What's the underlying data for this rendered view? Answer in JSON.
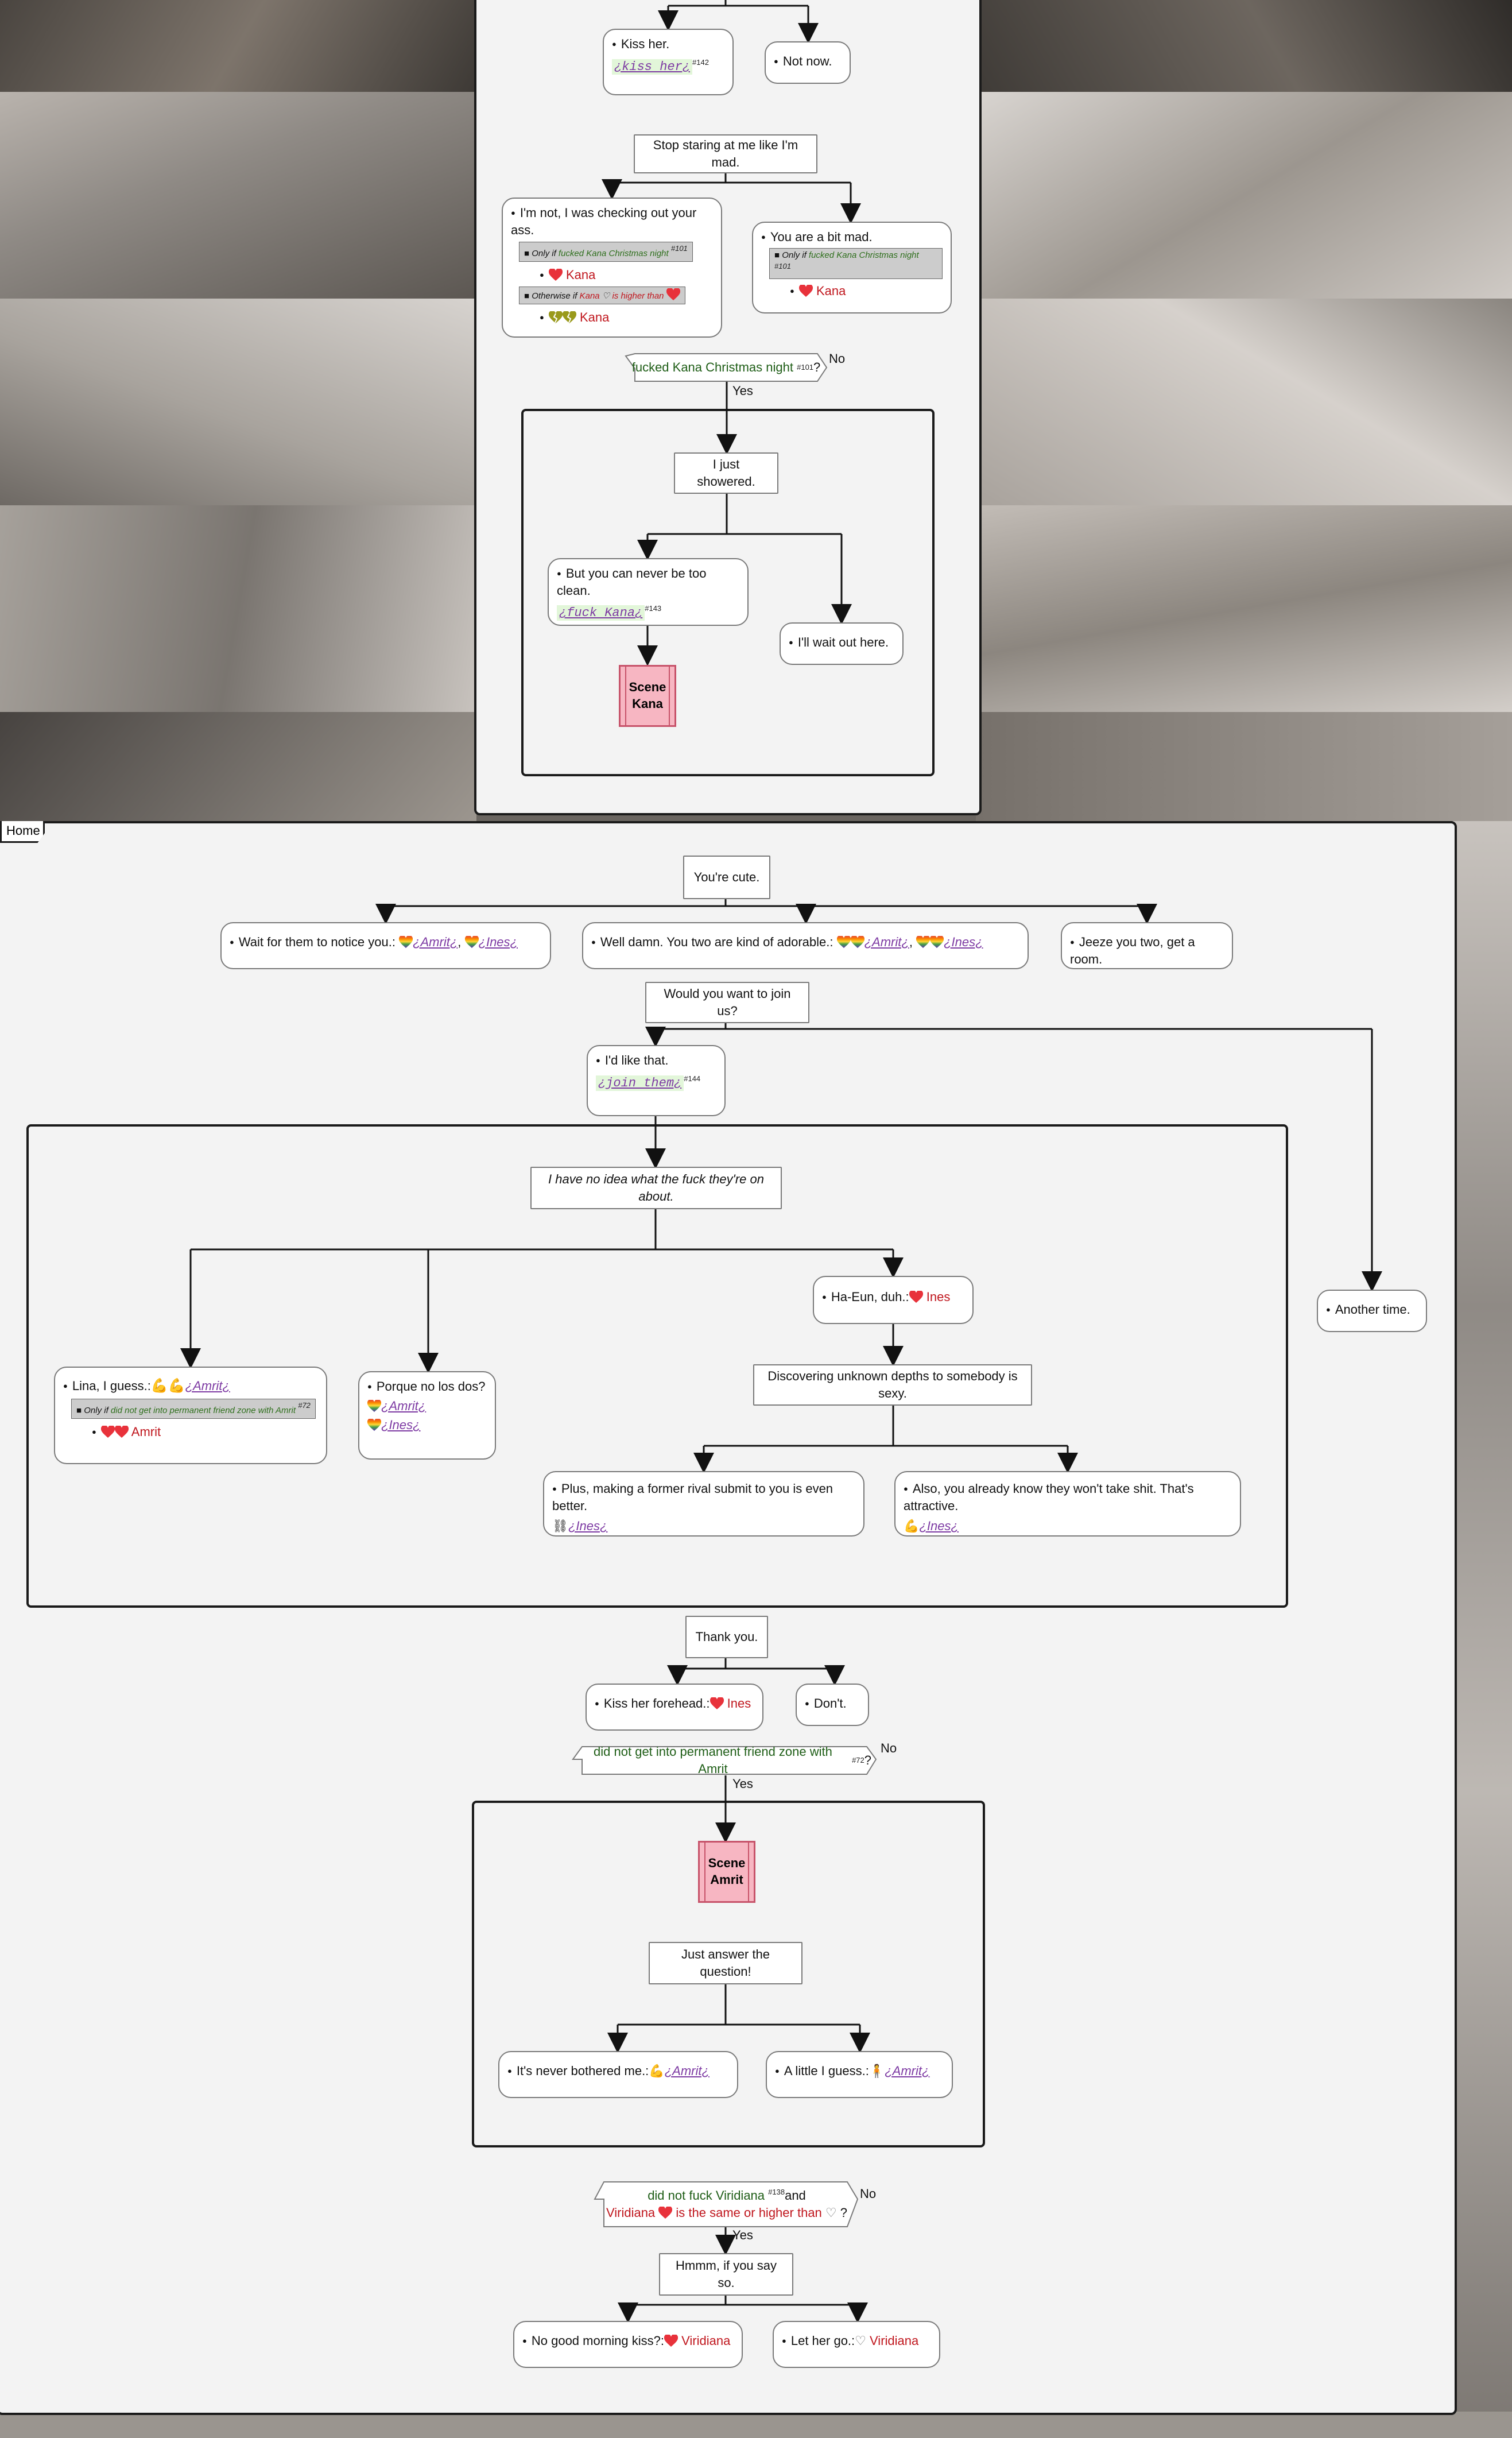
{
  "top": {
    "kiss_her": "Kiss her.",
    "kiss_her_code": "¿kiss her¿",
    "kiss_her_ref": "#142",
    "not_now": "Not now.",
    "stop_staring": "Stop staring at me like I'm mad.",
    "im_not": "I'm not, I was checking out your ass.",
    "cond_only_if": "Only if",
    "cond_fucked": "fucked Kana Christmas night",
    "cond_ref": "#101",
    "kana": "Kana",
    "cond_otherwise": "Otherwise if",
    "cond_kana": "Kana",
    "cond_higher": "is higher than",
    "bit_mad": "You are a bit mad.",
    "decision": "fucked Kana Christmas night",
    "decision_ref": "#101",
    "decision_q": "?",
    "yes": "Yes",
    "no": "No",
    "showered": "I just showered.",
    "never_clean": "But you can never be too clean.",
    "fuck_kana_code": "¿fuck Kana¿",
    "fuck_kana_ref": "#143",
    "wait_out": "I'll wait out here.",
    "scene_kana_1": "Scene",
    "scene_kana_2": "Kana"
  },
  "home": {
    "tab": "Home",
    "cute": "You're cute.",
    "wait_notice": "Wait for them to notice you.:",
    "amrit": "¿Amrit¿",
    "ines": "¿Ines¿",
    "comma": ",",
    "well_damn": "Well damn. You two are kind of adorable.:",
    "jeeze": "Jeeze you two, get a room.",
    "join_us": "Would you want to join us?",
    "like_that": "I'd like that.",
    "join_code": "¿join them¿",
    "join_ref": "#144",
    "no_idea": "I have no idea what the fuck they're on about.",
    "ha_eun": "Ha-Eun, duh.:",
    "ines_name": "Ines",
    "discovering": "Discovering unknown depths to somebody is sexy.",
    "lina": "Lina, I guess.:",
    "cond_only_if": "Only if",
    "cond_friend": "did not get into permanent friend zone with Amrit",
    "cond_ref": "#72",
    "amrit_name": "Amrit",
    "porque": "Porque no los dos?",
    "rival": "Plus, making a former rival submit to you is even better.",
    "attractive": "Also, you already know they won't take shit. That's attractive.",
    "another_time": "Another time.",
    "thank_you": "Thank you.",
    "forehead": "Kiss her forehead.:",
    "dont": "Don't.",
    "decision2": "did not get into permanent friend zone with Amrit",
    "decision2_ref": "#72",
    "decision2_q": "?",
    "yes": "Yes",
    "no": "No",
    "scene_amrit_1": "Scene",
    "scene_amrit_2": "Amrit",
    "answer": "Just answer the question!",
    "never_bothered": "It's never bothered me.:",
    "little": "A little I guess.:",
    "decision3_a": "did not fuck Viridiana",
    "decision3_ref": "#138",
    "decision3_and": "and",
    "decision3_b": "Viridiana",
    "decision3_c": "is the same or higher than",
    "decision3_q": "?",
    "say_so": "Hmmm, if you say so.",
    "no_kiss": "No good morning kiss?:",
    "viridiana": "Viridiana",
    "let_go": "Let her go.:"
  },
  "colors": {
    "panel": "#f3f3f3",
    "heart": "#e8323b",
    "scene": "#f7b6c2",
    "decision": "#1f5e17"
  }
}
